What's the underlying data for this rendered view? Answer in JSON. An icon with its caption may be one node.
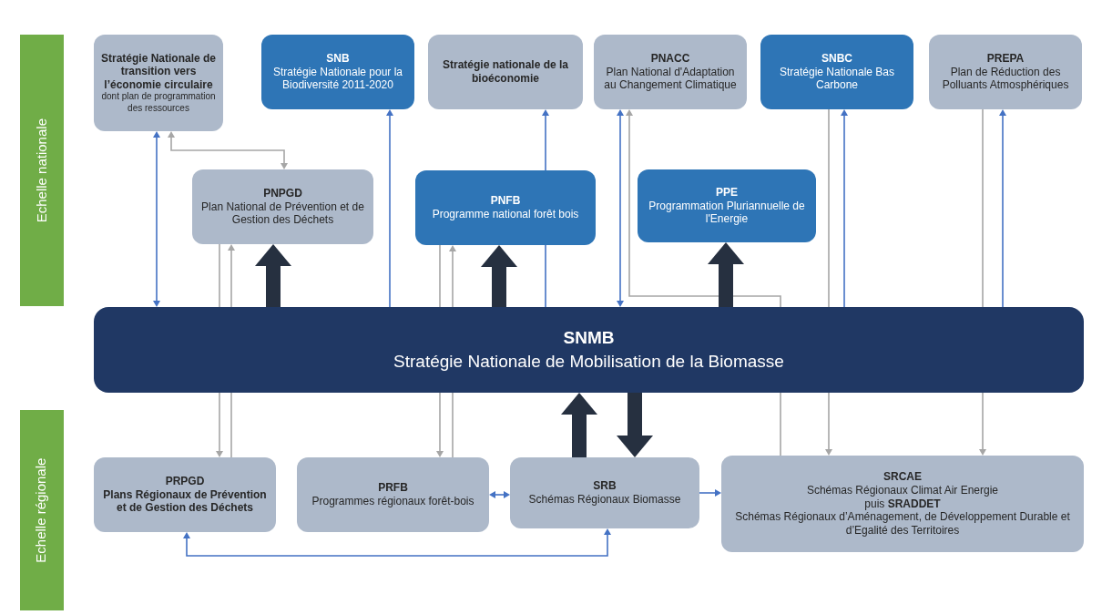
{
  "diagram": {
    "nodes": [
      {
        "text": [
          "Echelle nationale"
        ]
      },
      {
        "text": [
          "Echelle régionale"
        ]
      },
      {
        "text": [
          "Stratégie Nationale de transition vers l’économie circulaire",
          "dont plan de programmation des ressources"
        ]
      },
      {
        "text": [
          "SNB",
          "Stratégie Nationale pour la Biodiversité 2011-2020"
        ]
      },
      {
        "text": [
          "Stratégie nationale de la bioéconomie"
        ]
      },
      {
        "text": [
          "PNACC",
          "Plan National d'Adaptation au Changement Climatique"
        ]
      },
      {
        "text": [
          "SNBC",
          "Stratégie Nationale Bas Carbone"
        ]
      },
      {
        "text": [
          "PREPA",
          "Plan de Réduction des Polluants Atmosphériques"
        ]
      },
      {
        "text": [
          "PNPGD",
          "Plan National de Prévention et de Gestion des Déchets"
        ]
      },
      {
        "text": [
          "PNFB",
          "Programme national forêt bois"
        ]
      },
      {
        "text": [
          "PPE",
          "Programmation Pluriannuelle de l'Energie"
        ]
      },
      {
        "text": [
          "SNMB",
          "Stratégie Nationale de Mobilisation de la Biomasse"
        ]
      },
      {
        "text": [
          "PRPGD",
          "Plans Régionaux de Prévention et de Gestion des Déchets"
        ]
      },
      {
        "text": [
          "PRFB",
          "Programmes régionaux forêt-bois"
        ]
      },
      {
        "text": [
          "SRB",
          "Schémas Régionaux Biomasse"
        ]
      },
      {
        "text": [
          "SRCAE",
          "Schémas Régionaux Climat Air Energie",
          "puis **SRADDET**",
          "Schémas Régionaux d’Aménagement, de Développement Durable et d’Egalité des Territoires"
        ]
      }
    ],
    "edges": [
      {
        "from": 2,
        "to": 11,
        "arrow": "both",
        "color": "#4472c4"
      },
      {
        "from": 2,
        "to": 8,
        "arrow": "both"
      },
      {
        "from": 11,
        "to": 3,
        "arrow": "to",
        "color": "#4472c4"
      },
      {
        "from": 11,
        "to": 9,
        "arrow": "none",
        "color": "#4472c4"
      },
      {
        "from": 9,
        "to": 4,
        "arrow": "to",
        "color": "#4472c4"
      },
      {
        "from": 5,
        "to": 11,
        "arrow": "both",
        "color": "#4472c4"
      },
      {
        "from": 15,
        "to": 11,
        "arrow": "none"
      },
      {
        "from": 11,
        "to": 5,
        "arrow": "to"
      },
      {
        "from": 6,
        "to": 11,
        "arrow": "none"
      },
      {
        "from": 11,
        "to": 15,
        "arrow": "to"
      },
      {
        "from": 11,
        "to": 6,
        "arrow": "to",
        "color": "#4472c4"
      },
      {
        "from": 7,
        "to": 11,
        "arrow": "none"
      },
      {
        "from": 11,
        "to": 15,
        "arrow": "to"
      },
      {
        "from": 11,
        "to": 7,
        "arrow": "to",
        "color": "#4472c4"
      },
      {
        "from": 8,
        "to": 11,
        "arrow": "none"
      },
      {
        "from": 11,
        "to": 12,
        "arrow": "to"
      },
      {
        "from": 12,
        "to": 11,
        "arrow": "none"
      },
      {
        "from": 11,
        "to": 8,
        "arrow": "to"
      },
      {
        "from": 9,
        "to": 11,
        "arrow": "none"
      },
      {
        "from": 11,
        "to": 13,
        "arrow": "to"
      },
      {
        "from": 13,
        "to": 11,
        "arrow": "none"
      },
      {
        "from": 11,
        "to": 9,
        "arrow": "to"
      },
      {
        "from": 11,
        "to": 8,
        "arrow": "to",
        "style": "thick",
        "color": "#263040"
      },
      {
        "from": 11,
        "to": 9,
        "arrow": "to",
        "style": "thick",
        "color": "#263040"
      },
      {
        "from": 11,
        "to": 10,
        "arrow": "to",
        "style": "thick",
        "color": "#263040"
      },
      {
        "from": 14,
        "to": 11,
        "arrow": "to",
        "style": "thick",
        "color": "#263040"
      },
      {
        "from": 11,
        "to": 14,
        "arrow": "to",
        "style": "thick",
        "color": "#263040"
      },
      {
        "from": 13,
        "to": 14,
        "arrow": "both",
        "color": "#4472c4"
      },
      {
        "from": 14,
        "to": 15,
        "arrow": "to",
        "color": "#4472c4"
      },
      {
        "from": 12,
        "to": 14,
        "arrow": "both",
        "color": "#4472c4"
      }
    ]
  }
}
